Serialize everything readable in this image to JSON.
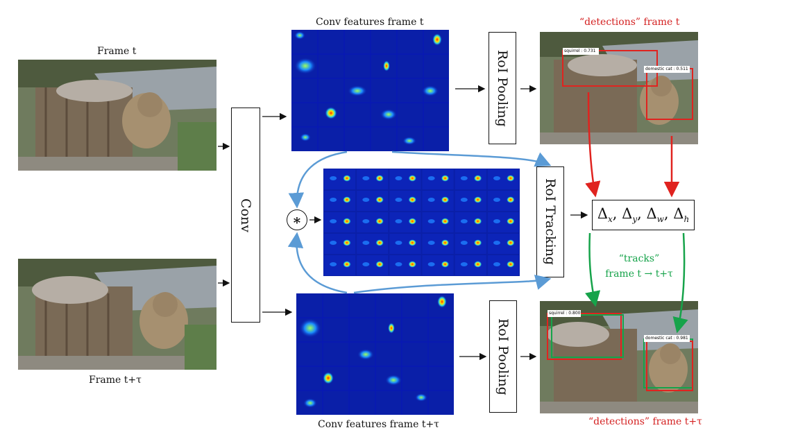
{
  "labels": {
    "frame_t": "Frame t",
    "frame_t_tau": "Frame t+τ",
    "conv_feat_t": "Conv features frame t",
    "conv_feat_t_tau": "Conv features frame t+τ",
    "detections_t": "“detections” frame t",
    "detections_t_tau": "“detections” frame t+τ",
    "tracks_line1": "“tracks”",
    "tracks_line2": "frame t → t+τ"
  },
  "blocks": {
    "conv": "Conv",
    "roi_pooling_top": "RoI Pooling",
    "roi_pooling_bottom": "RoI Pooling",
    "roi_tracking": "RoI Tracking",
    "correlation_symbol": "∗"
  },
  "regression_output": {
    "symbol": "Δ",
    "components": [
      "x",
      "y",
      "w",
      "h"
    ]
  },
  "detection_tags": {
    "top_squirrel": "squirrel : 0.731",
    "top_cat": "domestic cat : 0.511",
    "bottom_squirrel": "squirrel : 0.800",
    "bottom_cat": "domestic cat : 0.981"
  },
  "colors": {
    "detections": "#d42121",
    "tracks": "#16a34a",
    "correlation_arrows": "#5b9bd5",
    "heatmap_background": "#0a1fa8"
  }
}
